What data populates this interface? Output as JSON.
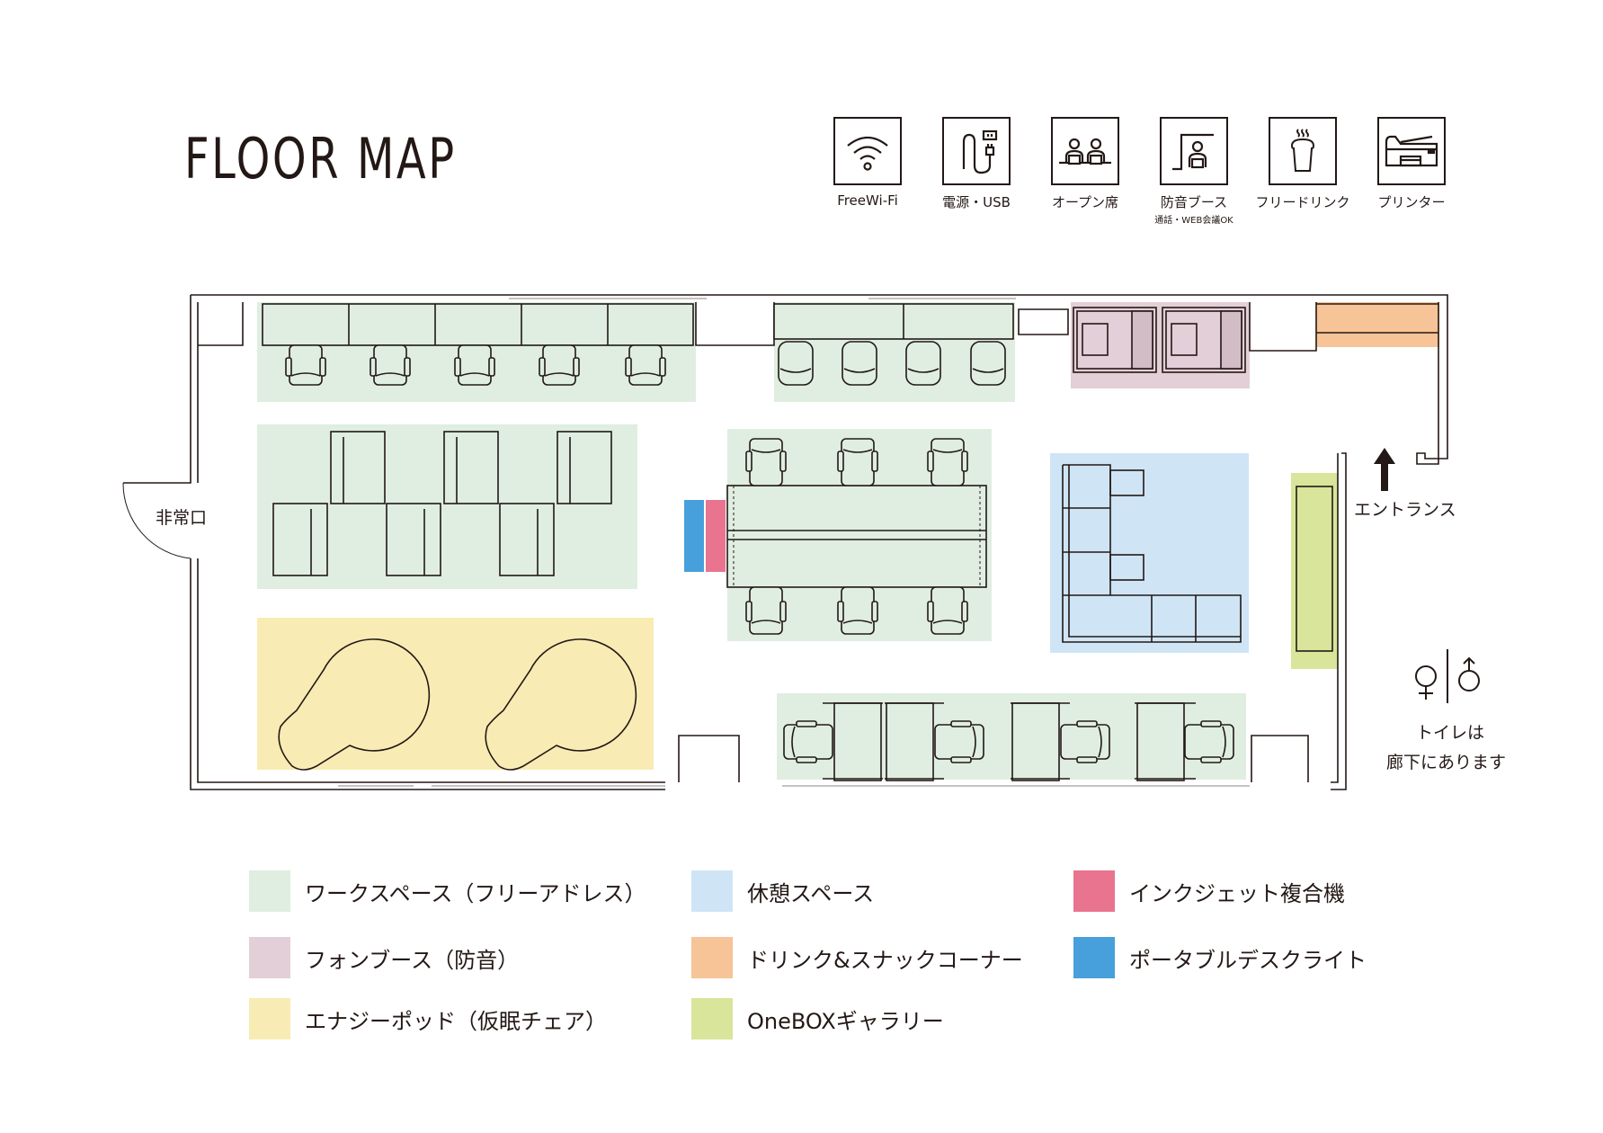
{
  "title": "FLOOR MAP",
  "amenities": [
    {
      "icon": "wifi-icon",
      "label": "FreeWi-Fi"
    },
    {
      "icon": "power-usb-icon",
      "label": "電源・USB"
    },
    {
      "icon": "open-seating-icon",
      "label": "オープン席"
    },
    {
      "icon": "soundproof-booth-icon",
      "label": "防音ブース",
      "sub": "通話・WEB会議OK"
    },
    {
      "icon": "free-drink-icon",
      "label": "フリードリンク"
    },
    {
      "icon": "printer-icon",
      "label": "プリンター"
    }
  ],
  "map": {
    "emergency_exit": "非常口",
    "entrance": "エントランス",
    "restroom_line1": "トイレは",
    "restroom_line2": "廊下にあります",
    "restroom_icons": "♀|♂"
  },
  "colors": {
    "workspace": "#dfeee0",
    "phone_booth": "#e3cfd7",
    "energy_pod": "#f8ecb4",
    "lounge": "#cfe5f6",
    "drink_snack": "#f6c496",
    "onebox_gallery": "#d8e59a",
    "inkjet": "#e97490",
    "desk_light": "#47a0db",
    "line": "#231815"
  },
  "legend": [
    {
      "label": "ワークスペース（フリーアドレス）",
      "color": "#dfeee0"
    },
    {
      "label": "フォンブース（防音）",
      "color": "#e3cfd7"
    },
    {
      "label": "エナジーポッド（仮眠チェア）",
      "color": "#f8ecb4"
    },
    {
      "label": "休憩スペース",
      "color": "#cfe5f6"
    },
    {
      "label": "ドリンク&スナックコーナー",
      "color": "#f6c496"
    },
    {
      "label": "OneBOXギャラリー",
      "color": "#d8e59a"
    },
    {
      "label": "インクジェット複合機",
      "color": "#e97490"
    },
    {
      "label": "ポータブルデスクライト",
      "color": "#47a0db"
    }
  ]
}
